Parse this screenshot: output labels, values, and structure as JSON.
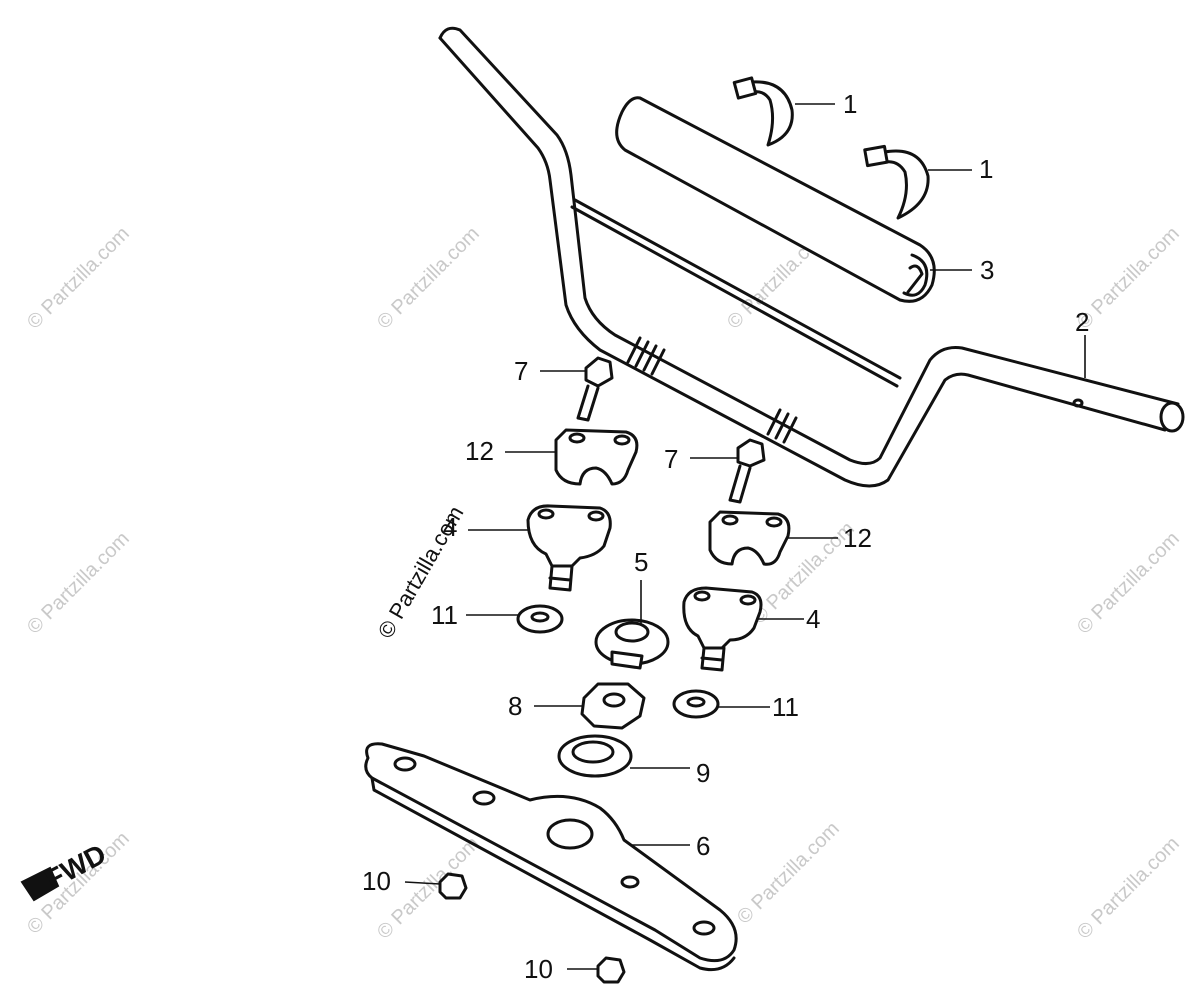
{
  "diagram": {
    "callouts": [
      {
        "label": "1"
      },
      {
        "label": "1"
      },
      {
        "label": "3"
      },
      {
        "label": "2"
      },
      {
        "label": "7"
      },
      {
        "label": "12"
      },
      {
        "label": "7"
      },
      {
        "label": "4"
      },
      {
        "label": "12"
      },
      {
        "label": "5"
      },
      {
        "label": "11"
      },
      {
        "label": "4"
      },
      {
        "label": "8"
      },
      {
        "label": "11"
      },
      {
        "label": "9"
      },
      {
        "label": "6"
      },
      {
        "label": "10"
      },
      {
        "label": "10"
      }
    ],
    "direction_label": "FWD",
    "watermark": "© Partzilla.com"
  }
}
